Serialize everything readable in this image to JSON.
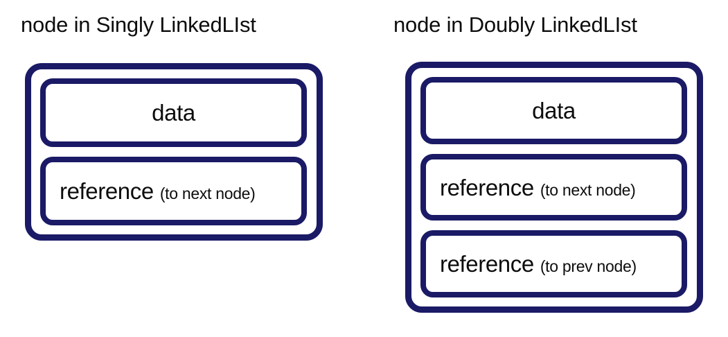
{
  "diagram": {
    "background_color": "#ffffff",
    "stroke_color": "#1a1a66",
    "text_color": "#0d0d0d",
    "nodes": [
      {
        "id": "singly",
        "title": "node in Singly LinkedLIst",
        "fields": [
          {
            "id": "data",
            "main": "data",
            "note": ""
          },
          {
            "id": "next-ref",
            "main": "reference",
            "note": "(to next node)"
          }
        ]
      },
      {
        "id": "doubly",
        "title": "node in Doubly LinkedLIst",
        "fields": [
          {
            "id": "data",
            "main": "data",
            "note": ""
          },
          {
            "id": "next-ref",
            "main": "reference",
            "note": "(to next node)"
          },
          {
            "id": "prev-ref",
            "main": "reference",
            "note": "(to prev node)"
          }
        ]
      }
    ]
  }
}
